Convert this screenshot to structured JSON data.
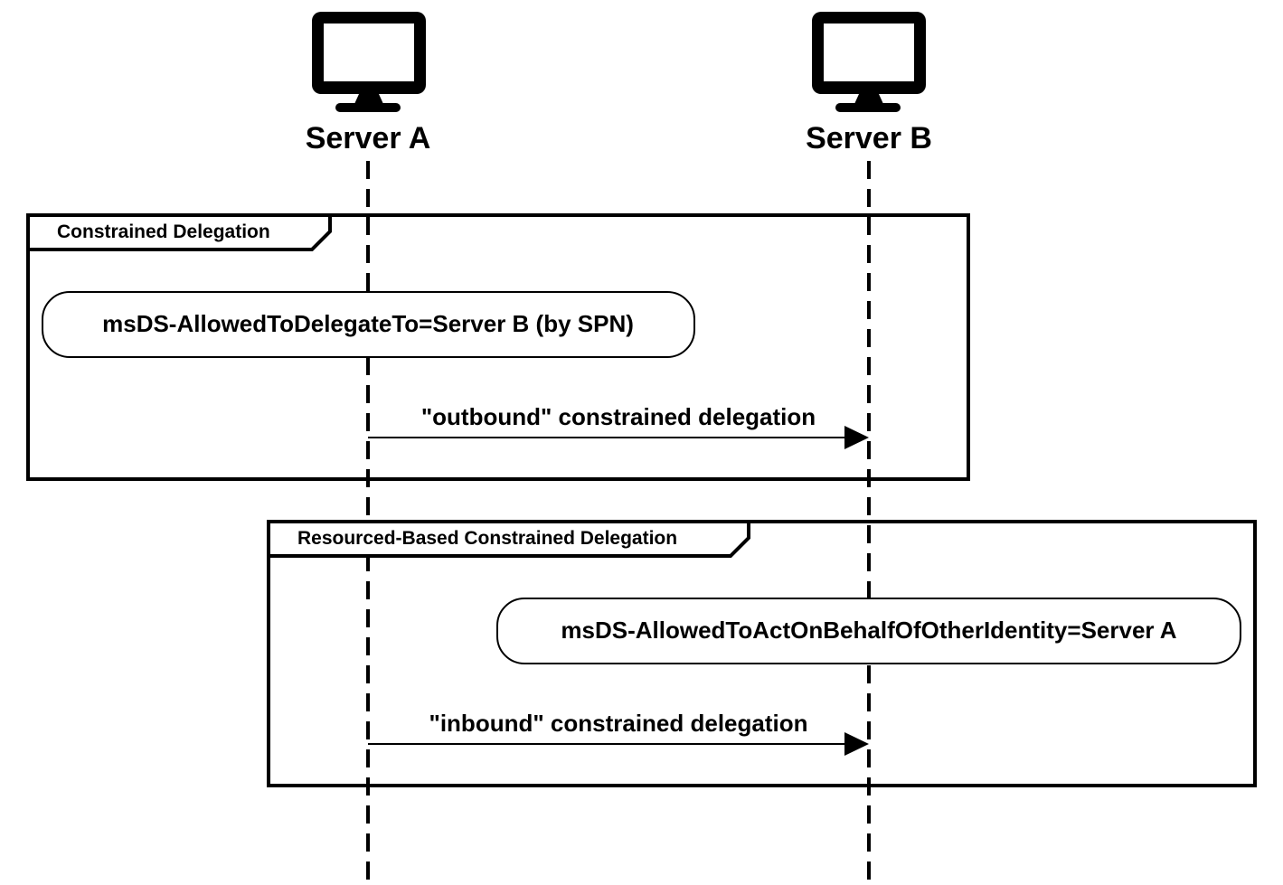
{
  "participants": [
    {
      "label": "Server A",
      "icon": "monitor-icon"
    },
    {
      "label": "Server B",
      "icon": "monitor-icon"
    }
  ],
  "frames": [
    {
      "label": "Constrained Delegation",
      "note": "msDS-AllowedToDelegateTo=Server B (by SPN)",
      "message": "\"outbound\" constrained delegation"
    },
    {
      "label": "Resourced-Based Constrained Delegation",
      "note": "msDS-AllowedToActOnBehalfOfOtherIdentity=Server A",
      "message": "\"inbound\" constrained delegation"
    }
  ],
  "colors": {
    "stroke": "#000000",
    "background": "#ffffff"
  }
}
